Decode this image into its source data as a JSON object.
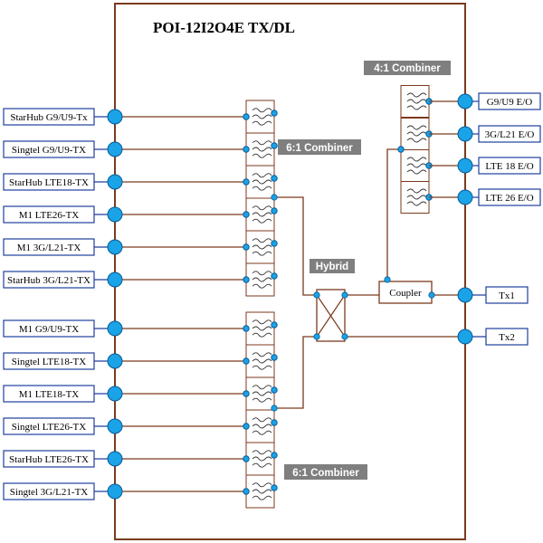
{
  "title": "POI-12I2O4E TX/DL",
  "inputs": [
    "StarHub G9/U9-Tx",
    "Singtel G9/U9-TX",
    "StarHub LTE18-TX",
    "M1 LTE26-TX",
    "M1 3G/L21-TX",
    "StarHub 3G/L21-TX",
    "M1 G9/U9-TX",
    "Singtel LTE18-TX",
    "M1 LTE18-TX",
    "Singtel LTE26-TX",
    "StarHub LTE26-TX",
    "Singtel 3G/L21-TX"
  ],
  "eo_outputs": [
    "G9/U9 E/O",
    "3G/L21 E/O",
    "LTE 18 E/O",
    "LTE 26 E/O"
  ],
  "tx_outputs": [
    "Tx1",
    "Tx2"
  ],
  "blocks": {
    "combiner_4_1": "4:1 Combiner",
    "combiner_6_1_top": "6:1 Combiner",
    "combiner_6_1_bottom": "6:1 Combiner",
    "hybrid": "Hybrid",
    "coupler": "Coupler"
  },
  "colors": {
    "enclosure": "#7b3a1e",
    "wiring": "#7b3a1e",
    "port": "#1aa3e6",
    "port_stroke": "#0a5a96",
    "label_border": "#1f3f9e",
    "band": "#7f7f7f"
  }
}
